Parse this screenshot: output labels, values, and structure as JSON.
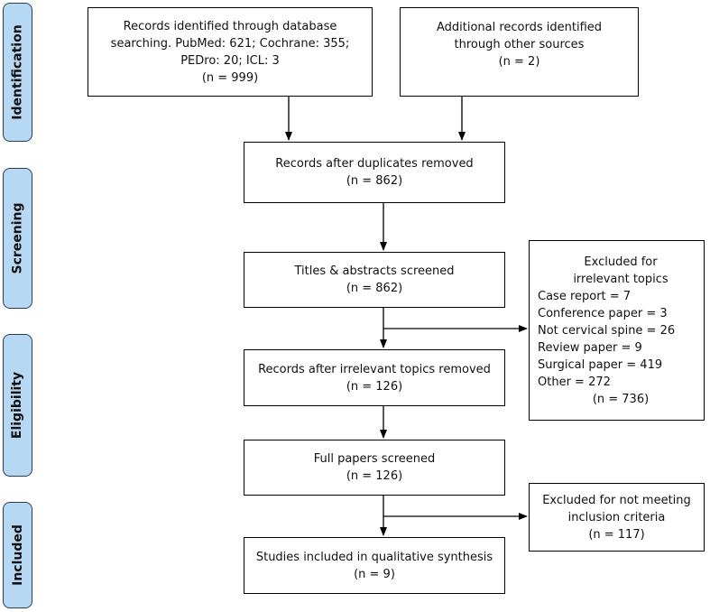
{
  "stages": {
    "identification": "Identification",
    "screening": "Screening",
    "eligibility": "Eligibility",
    "included": "Included"
  },
  "boxes": {
    "database_search": [
      "Records identified through database",
      "searching. PubMed: 621; Cochrane: 355;",
      "PEDro: 20; ICL: 3",
      "(n = 999)"
    ],
    "other_sources": [
      "Additional records identified",
      "through other sources",
      "(n = 2)"
    ],
    "duplicates_removed": [
      "Records after duplicates removed",
      "(n = 862)"
    ],
    "titles_screened": [
      "Titles & abstracts screened",
      "(n = 862)"
    ],
    "irrelevant_removed": [
      "Records after irrelevant topics removed",
      "(n = 126)"
    ],
    "full_papers": [
      "Full papers screened",
      "(n = 126)"
    ],
    "studies_included": [
      "Studies included in qualitative synthesis",
      "(n = 9)"
    ],
    "excluded_irrelevant": {
      "heading": [
        "Excluded for",
        "irrelevant topics"
      ],
      "items": [
        "Case report = 7",
        "Conference paper = 3",
        "Not cervical spine = 26",
        "Review paper = 9",
        "Surgical paper = 419",
        "Other = 272"
      ],
      "total": "(n = 736)"
    },
    "excluded_criteria": [
      "Excluded for not meeting",
      "inclusion criteria",
      "(n = 117)"
    ]
  }
}
